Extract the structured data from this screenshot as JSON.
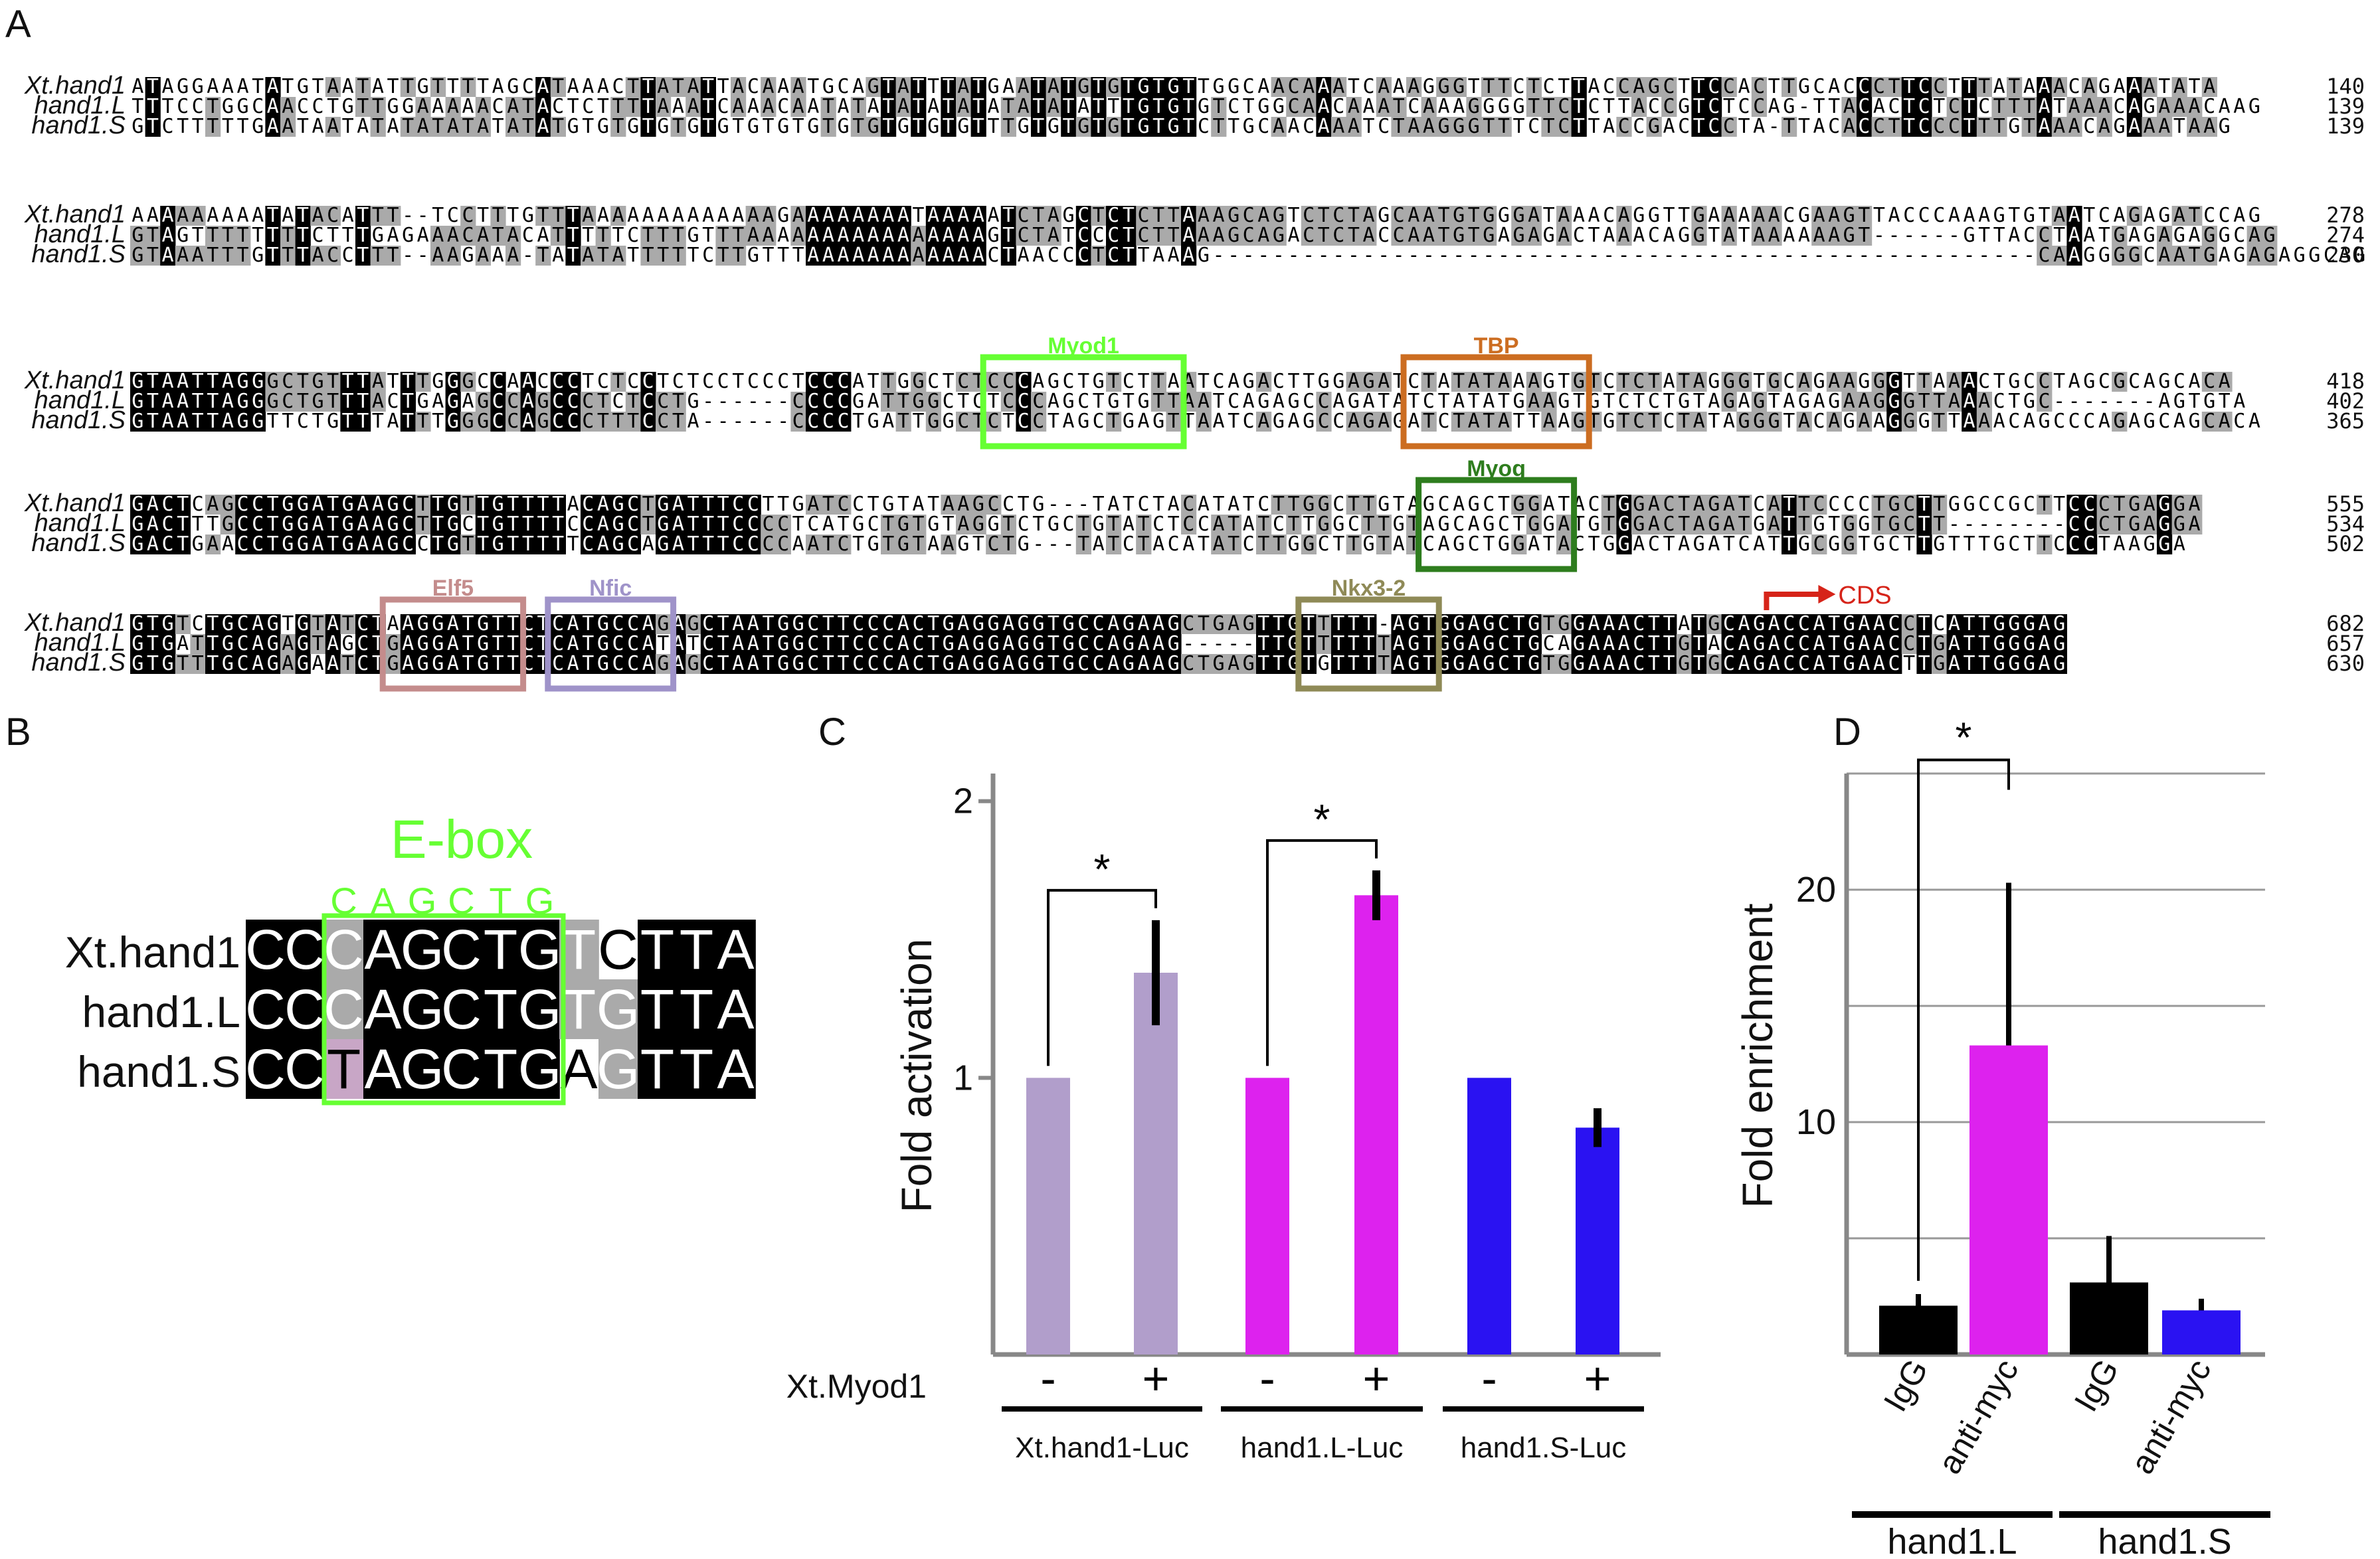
{
  "panel_labels": {
    "a": "A",
    "b": "B",
    "c": "C",
    "d": "D"
  },
  "colors": {
    "black": "#000000",
    "grey": "#aaaaaa",
    "myod1": "#66ff33",
    "tbp": "#cc6d21",
    "myog": "#2e7d1e",
    "elf5": "#c48c8c",
    "nfic": "#9f93c9",
    "nkx32": "#8f8a57",
    "cds": "#d62419",
    "lavender": "#b19ecb",
    "magenta": "#dd22ee",
    "blue": "#2a12f2"
  },
  "alignment": {
    "names": [
      "Xt.hand1",
      "hand1.L",
      "hand1.S"
    ],
    "blocks": [
      {
        "rows": [
          {
            "name": "Xt.hand1",
            "seq": "ATAGGAAATATGTAATATTGTTTTAGCATAAACTTATATTACAAATGCAGTATTTATGAATATGTGTGTGTTGGCAACAAATCAAAGGGTTTCTCTTACCAGCTTCCACTTGCACCCTTCCTTTATAAACAGAAATATA",
            "end": "140"
          },
          {
            "name": "hand1.L",
            "seq": "TTTCCTGGCAACCTGTTGGAAAAACATACTCTTTTAAATCAAACAATATATATATATATATATATTTGTGTGTCTGGCAACAAATCAAAGGGGTTCTCTTACCGTCTCCAG-TTACACTCTCTCTTTATAAACAGAAACAAG",
            "end": "139"
          },
          {
            "name": "hand1.S",
            "seq": "GTCTTTTTGAATAATATATATATATATATGTGTGTGTGTGTGTGTGTGTGTGTGTGTTTGTGTGTGTGTGTCTTGCAACAAATCTAAGGGTTTCTCTTACCGACTCCTA-TTACACCTTCCCTTTGTAAACAGAAATAAG",
            "end": "139"
          }
        ]
      },
      {
        "rows": [
          {
            "name": "Xt.hand1",
            "seq": "AAAAAAAAATATACATTT--TCCTTTGTTTAAAAAAAAAAAAAGAAAAAAAATAAAAATCTAGCTCTCTTAAAGCAGTCTCTAGCAATGTGGGATAAACAGGTTGAAAAACGAAGTTACCCAAAGTGTAATCAGAGATCCAG",
            "end": "278"
          },
          {
            "name": "hand1.L",
            "seq": "GTAGTTTTTTTTCTTTGAGAAACATACATTTTTCTTTGTTTAAAAAAAAAAAAAAAAGTCTATCCCTCTTAAAGCAGACTCTACCAATGTGAGAGACTAAACAGGTATAAAAAAGT------GTTACCTAATGAGAGAGGCAG",
            "end": "274"
          },
          {
            "name": "hand1.S",
            "seq": "GTAAATTTGTTTACCTTT--AAGAAA-TATATATTTTTCTTGTTTAAAAAAAAAAAACTAACCCTCTTAAAG-------------------------------------------------------CAAGGGGCAATGAGAGAGGCAG",
            "end": "230"
          }
        ]
      },
      {
        "rows": [
          {
            "name": "Xt.hand1",
            "seq": "GTAATTAGGGCTGTTTATTTGGGCCAACCCTCTCCTCTCCTCCCTCCCATTGGCTCTCCCAGCTGTCTTAATCAGACTTGGAGATCTATATAAAGTGTCTCTATAGGGTGCAGAAGGGTTAAACTGCCTAGCGCAGCACA",
            "end": "418"
          },
          {
            "name": "hand1.L",
            "seq": "GTAATTAGGGCTGTTTACTGAGAGCCAGCCCTCTCCTG------CCCCGATTGGCTCTCCCAGCTGTGTTAATCAGAGCCAGATATCTATATGAAGTGTCTCTGTAGAGTAGAGAAGGGTTAAACTGC-------AGTGTA",
            "end": "402"
          },
          {
            "name": "hand1.S",
            "seq": "GTAATTAGGTTCTGTTTATTTGGGCCAGCCCTTTCCTA------CCCCTGATTGGCTCTCCTAGCTGAGTTAATCAGAGCCAGAGATCTATATTAAGTGTCTCTATAGGGTACAGAAGGGTTAAACAGCCCAGAGCAGCACA",
            "end": "365"
          }
        ]
      },
      {
        "rows": [
          {
            "name": "Xt.hand1",
            "seq": "GACTCAGCCTGGATGAAGCTTGTTGTTTTACAGCTGATTTCCTTGATCCTGTATAAGCCTG---TATCTACATATCTTGGCTTGTAGCAGCTGGATACTGGACTAGATCATTCCCCTGCTTGGCCGCTTCCCTGAGGA",
            "end": "555"
          },
          {
            "name": "hand1.L",
            "seq": "GACTTTGCCTGGATGAAGCTTGCTGTTTTCCAGCTGATTTCCCCTCATGCTGTGTAGGTCTGCTGTATCTCCATATCTTGGCTTGTAGCAGCTGGATGTGGACTAGATGATTGTGGTGCTT--------CCCTGAGGA",
            "end": "534"
          },
          {
            "name": "hand1.S",
            "seq": "GACTGAACCTGGATGAAGCCTGTTGTTTTTCAGCAGATTTCCCCAATCTGTGTAAGTCTG---TATCTACATATCTTGGCTTGTATCAGCTGGATACTGGACTAGATCATTGCGGTGCTTGTTTGCTTCCCTAAGGA",
            "end": "502"
          }
        ]
      },
      {
        "rows": [
          {
            "name": "Xt.hand1",
            "seq": "GTGTCTGCAGTGTATCTAAGGATGTTCTCATGCCAGAGCTAATGGCTTCCCACTGAGGAGGTGCCAGAAGCTGAGTTGTTTTT-AGTGGAGCTGTGGAAACTTATGCAGACCATGAACCTCATTGGGAG",
            "end": "682"
          },
          {
            "name": "hand1.L",
            "seq": "GTGATTGCAGAGTAGCTGAGGATGTTCTCATGCCATATCTAATGGCTTCCCACTGAGGAGGTGCCAGAAG-----TTGTTTTTTAGTGGAGCTGCAGAAACTTGTACAGACCATGAACCTGATTGGGAG",
            "end": "657"
          },
          {
            "name": "hand1.S",
            "seq": "GTGTTTGCAGAGAATCTGAGGATGTTCTCATGCCAGAGCTAATGGCTTCCCACTGAGGAGGTGCCAGAAGCTGAGTTGTGTTTTAGTGGAGCTGTGGAAACTTGTGCAGACCATGAACTTGATTGGGAG",
            "end": "630"
          }
        ]
      }
    ],
    "motifs": [
      {
        "label": "Myod1",
        "color": "#66ff33",
        "block": 2,
        "start": 57,
        "len": 13
      },
      {
        "label": "TBP",
        "color": "#cc6d21",
        "block": 2,
        "start": 85,
        "len": 12
      },
      {
        "label": "Myog",
        "color": "#2e7d1e",
        "block": 3,
        "start": 86,
        "len": 10
      },
      {
        "label": "Elf5",
        "color": "#c48c8c",
        "block": 4,
        "start": 17,
        "len": 9
      },
      {
        "label": "Nfic",
        "color": "#9f93c9",
        "block": 4,
        "start": 28,
        "len": 8
      },
      {
        "label": "Nkx3-2",
        "color": "#8f8a57",
        "block": 4,
        "start": 78,
        "len": 9
      }
    ],
    "cds_label": "CDS"
  },
  "ebox": {
    "title": "E-box",
    "motif": "CAGCTG",
    "rows": [
      {
        "name": "Xt.hand1",
        "seq": "CCCAGCTGTCTTA"
      },
      {
        "name": "hand1.L",
        "seq": "CCCAGCTGTGTTA"
      },
      {
        "name": "hand1.S",
        "seq": "CCTAGCTGAGTTA"
      }
    ]
  },
  "chart_data": [
    {
      "type": "bar",
      "panel": "C",
      "title": "",
      "xlabel": "Xt.Myod1",
      "ylabel": "Fold  activation",
      "ylim": [
        0,
        2.1
      ],
      "yticks": [
        1,
        2
      ],
      "grid": false,
      "categories": [
        "-",
        "+",
        "-",
        "+",
        "-",
        "+"
      ],
      "groups": [
        "Xt.hand1-Luc",
        "hand1.L-Luc",
        "hand1.S-Luc"
      ],
      "values": [
        1.0,
        1.38,
        1.0,
        1.66,
        1.0,
        0.82
      ],
      "errors": [
        0,
        0.19,
        0,
        0.09,
        0,
        0.07
      ],
      "colors": [
        "#b19ecb",
        "#b19ecb",
        "#dd22ee",
        "#dd22ee",
        "#2a12f2",
        "#2a12f2"
      ],
      "significance": [
        {
          "pair": [
            0,
            1
          ],
          "label": "*"
        },
        {
          "pair": [
            2,
            3
          ],
          "label": "*"
        }
      ]
    },
    {
      "type": "bar",
      "panel": "D",
      "title": "",
      "xlabel": "",
      "ylabel": "Fold enrichment",
      "ylim": [
        0,
        25
      ],
      "yticks": [
        10,
        20
      ],
      "grid": true,
      "categories": [
        "IgG",
        "anti-myc",
        "IgG",
        "anti-myc"
      ],
      "groups": [
        "hand1.L",
        "hand1.S"
      ],
      "values": [
        2.1,
        13.3,
        3.1,
        1.9
      ],
      "errors": [
        0.5,
        7.0,
        2.0,
        0.5
      ],
      "colors": [
        "#000000",
        "#dd22ee",
        "#000000",
        "#2a12f2"
      ],
      "significance": [
        {
          "pair": [
            0,
            1
          ],
          "label": "*"
        }
      ]
    }
  ]
}
